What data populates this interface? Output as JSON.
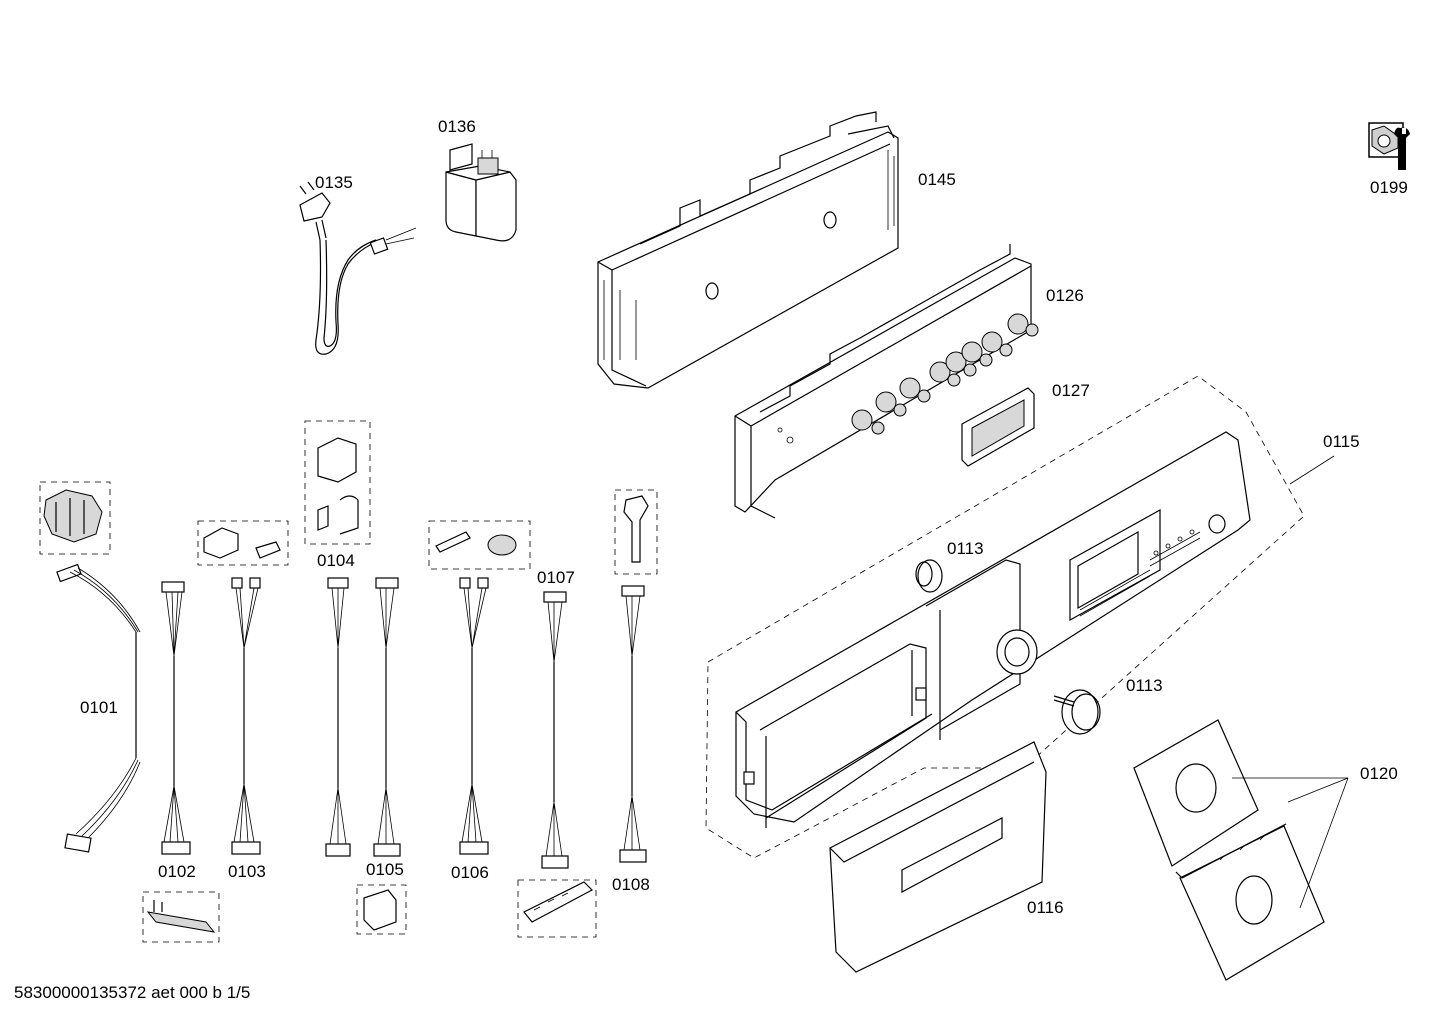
{
  "diagram": {
    "document_id": "58300000135372 aet 000 b 1/5",
    "parts": [
      {
        "id": "p0101",
        "number": "0101"
      },
      {
        "id": "p0102",
        "number": "0102"
      },
      {
        "id": "p0103",
        "number": "0103"
      },
      {
        "id": "p0104",
        "number": "0104"
      },
      {
        "id": "p0105",
        "number": "0105"
      },
      {
        "id": "p0106",
        "number": "0106"
      },
      {
        "id": "p0107",
        "number": "0107"
      },
      {
        "id": "p0108",
        "number": "0108"
      },
      {
        "id": "p0113a",
        "number": "0113"
      },
      {
        "id": "p0113b",
        "number": "0113"
      },
      {
        "id": "p0115",
        "number": "0115"
      },
      {
        "id": "p0116",
        "number": "0116"
      },
      {
        "id": "p0120",
        "number": "0120"
      },
      {
        "id": "p0126",
        "number": "0126"
      },
      {
        "id": "p0127",
        "number": "0127"
      },
      {
        "id": "p0135",
        "number": "0135"
      },
      {
        "id": "p0136",
        "number": "0136"
      },
      {
        "id": "p0145",
        "number": "0145"
      },
      {
        "id": "p0199",
        "number": "0199"
      }
    ],
    "icons": {
      "tool": "wrench-nut-icon"
    }
  }
}
